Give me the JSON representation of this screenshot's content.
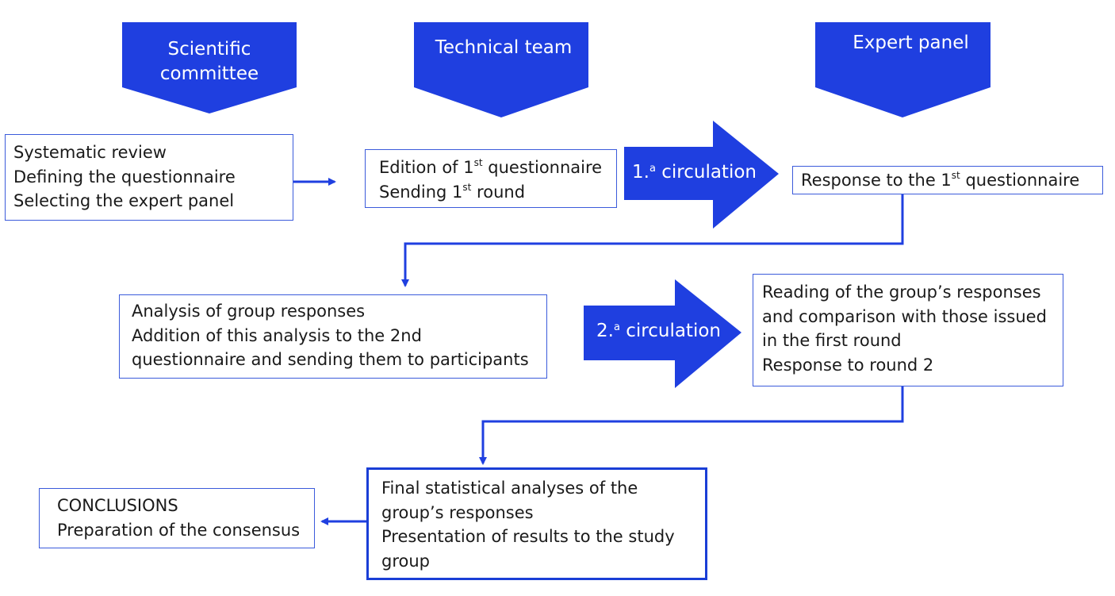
{
  "colors": {
    "accent": "#1f3fe0",
    "box_border": "#3b5bdb",
    "text": "#1a1a1a"
  },
  "headers": {
    "scientific": [
      "Scientific",
      "committee"
    ],
    "technical": [
      "Technical team"
    ],
    "expert": [
      "Expert panel"
    ]
  },
  "boxes": {
    "review": [
      "Systematic review",
      "Defining the questionnaire",
      "Selecting the expert panel"
    ],
    "edition": {
      "line1_text": "Edition of 1",
      "line1_sup": "st",
      "line1_tail": " questionnaire",
      "line2_text": "Sending 1",
      "line2_sup": "st",
      "line2_tail": " round"
    },
    "response1": {
      "text": "Response to the 1",
      "sup": "st",
      "tail": " questionnaire"
    },
    "analysis": [
      "Analysis of group responses",
      "Addition of this analysis to the 2nd",
      "questionnaire and sending them to participants"
    ],
    "reading": [
      "Reading of the group’s responses",
      "and comparison with those issued",
      "in the first round",
      "Response to round 2"
    ],
    "final": [
      "Final statistical analyses of the",
      "group’s responses",
      "Presentation of results to the study",
      "group"
    ],
    "conclusions": [
      "CONCLUSIONS",
      "Preparation of the consensus"
    ]
  },
  "circulations": {
    "first": {
      "text": "1.",
      "sup": "a",
      "tail": " circulation"
    },
    "second": {
      "text": "2.",
      "sup": "a",
      "tail": " circulation"
    }
  }
}
